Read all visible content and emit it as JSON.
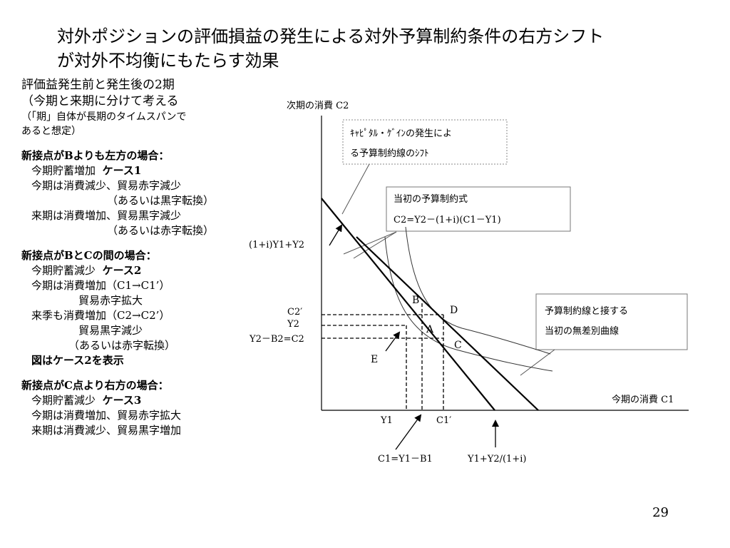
{
  "slide": {
    "title_line1": "対外ポジションの評価損益の発生による対外予算制約条件の右方シフト",
    "title_line2": "が対外不均衡にもたらす効果",
    "page_number": "29"
  },
  "left_text": {
    "intro1": "評価益発生前と発生後の2期",
    "intro2": "（今期と来期に分けて考える",
    "intro3": "（「期」自体が長期のタイムスパンで",
    "intro4": "あると想定）",
    "case1": {
      "heading": "新接点がBよりも左方の場合：",
      "line1_prefix": "今期貯蓄増加",
      "line1_case": "ケース1",
      "line2": "今期は消費減少、貿易赤字減少",
      "line3": "（あるいは黒字転換）",
      "line4": "来期は消費増加、貿易黒字減少",
      "line5": "（あるいは赤字転換）"
    },
    "case2": {
      "heading": "新接点がBとCの間の場合：",
      "line1_prefix": "今期貯蓄減少",
      "line1_case": "ケース2",
      "line2": "今期は消費増加（C1→C1’）",
      "line3": "貿易赤字拡大",
      "line4": "来季も消費増加（C2→C2’）",
      "line5": "貿易黒字減少",
      "line6": "（あるいは赤字転換）",
      "line7": "図はケース2を表示"
    },
    "case3": {
      "heading": "新接点がC点より右方の場合：",
      "line1_prefix": "今期貯蓄減少",
      "line1_case": "ケース3",
      "line2": "今期は消費増加、貿易赤字拡大",
      "line3": "来期は消費減少、貿易黒字増加"
    }
  },
  "diagram": {
    "y_axis_label": "次期の消費 C2",
    "x_axis_label": "今期の消費 C1",
    "box_shift_line1": "ｷｬﾋﾟﾀﾙ・ｹﾞｲﾝの発生によ",
    "box_shift_line2": "る予算制約線のｼﾌﾄ",
    "box_initial_line1": "当初の予算制約式",
    "box_initial_line2": "C2=Y2－(1+i)(C1－Y1)",
    "box_indiff_line1": "予算制約線と接する",
    "box_indiff_line2": "当初の無差別曲線",
    "label_yint": "(1+i)Y1+Y2",
    "label_c2p": "C2′",
    "label_y2": "Y2",
    "label_y2b2": "Y2－B2=C2",
    "label_y1": "Y1",
    "label_c1p": "C1′",
    "label_c1eq": "C1=Y1－B1",
    "label_xint": "Y1+Y2/(1+i)",
    "point_a": "A",
    "point_b": "B",
    "point_c": "C",
    "point_d": "D",
    "point_e": "E"
  }
}
